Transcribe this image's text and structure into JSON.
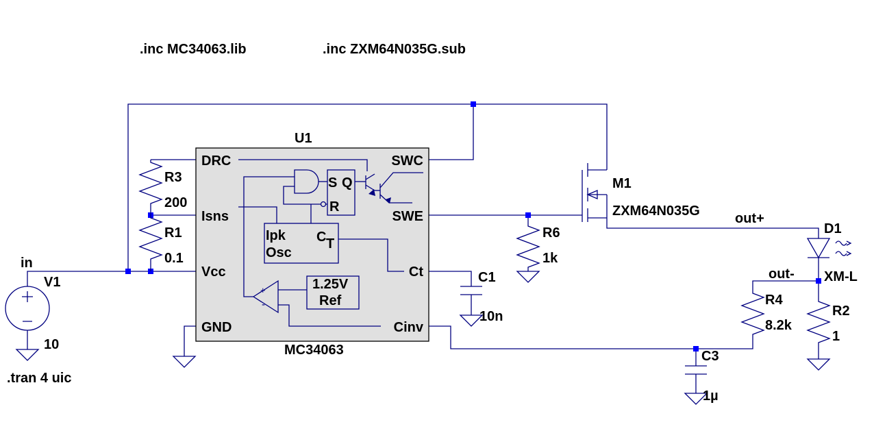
{
  "directives": {
    "inc1": ".inc MC34063.lib",
    "inc2": ".inc ZXM64N035G.sub",
    "tran": ".tran 4 uic"
  },
  "ic": {
    "ref": "U1",
    "model": "MC34063",
    "pins": {
      "drc": "DRC",
      "isns": "Isns",
      "vcc": "Vcc",
      "gnd": "GND",
      "swc": "SWC",
      "swe": "SWE",
      "ct": "Ct",
      "cinv": "Cinv"
    },
    "inner": {
      "s": "S",
      "q": "Q",
      "r": "R",
      "ipk": "Ipk",
      "osc": "Osc",
      "ct_c": "C",
      "ct_t": "T",
      "ref_v": "1.25V",
      "ref_l": "Ref",
      "plus": "+",
      "minus": "-"
    }
  },
  "components": {
    "r3": {
      "ref": "R3",
      "value": "200"
    },
    "r1": {
      "ref": "R1",
      "value": "0.1"
    },
    "r6": {
      "ref": "R6",
      "value": "1k"
    },
    "r4": {
      "ref": "R4",
      "value": "8.2k"
    },
    "r2": {
      "ref": "R2",
      "value": "1"
    },
    "c1": {
      "ref": "C1",
      "value": "10n"
    },
    "c3": {
      "ref": "C3",
      "value": "1µ"
    },
    "m1": {
      "ref": "M1",
      "value": "ZXM64N035G"
    },
    "d1": {
      "ref": "D1",
      "value": "XM-L"
    },
    "v1": {
      "ref": "V1",
      "value": "10"
    }
  },
  "nets": {
    "in": "in",
    "out_plus": "out+",
    "out_minus": "out-"
  },
  "colors": {
    "wire": "#000080",
    "node": "#0000ff",
    "ic_fill": "#e0e0e0",
    "background": "#ffffff"
  }
}
